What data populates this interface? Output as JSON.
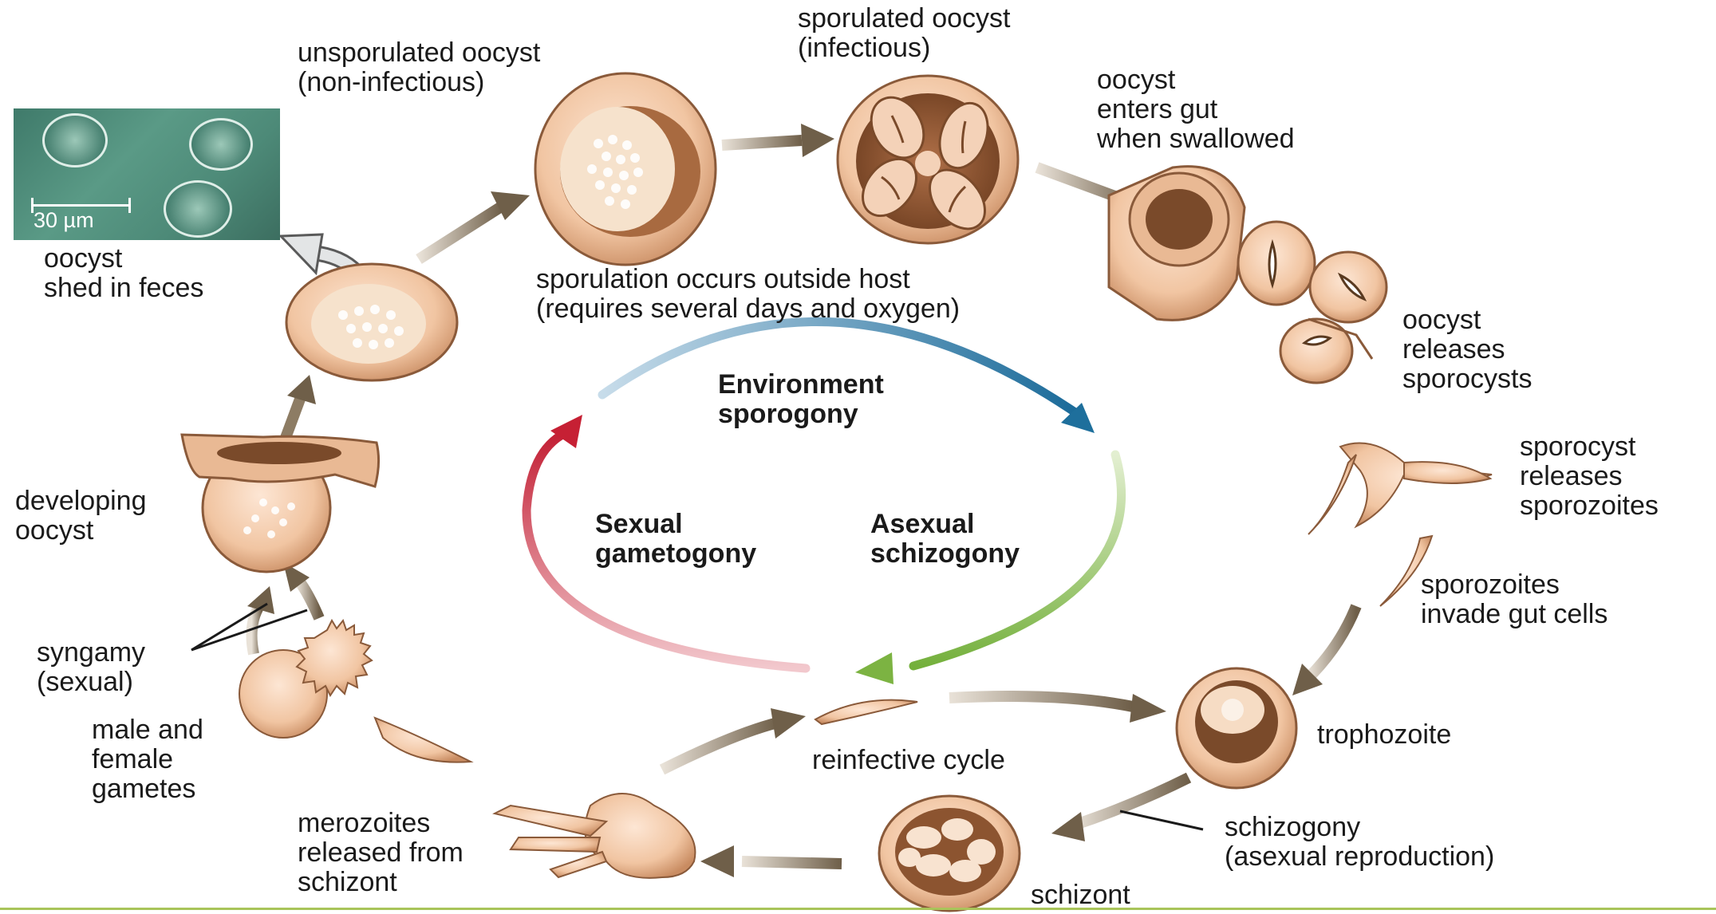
{
  "labels": {
    "sporulated": "sporulated oocyst\n(infectious)",
    "unsporulated": "unsporulated oocyst\n(non-infectious)",
    "enters_gut": "oocyst\nenters gut\nwhen swallowed",
    "shed": "oocyst\nshed in feces",
    "sporulation": "sporulation occurs outside host\n(requires several days and oxygen)",
    "releases_sporocysts": "oocyst\nreleases\nsporocysts",
    "environment": "Environment\nsporogony",
    "sporocyst_releases": "sporocyst\nreleases\nsporozoites",
    "developing": "developing\noocyst",
    "sexual": "Sexual\ngametogony",
    "asexual": "Asexual\nschizogony",
    "sporozoites_invade": "sporozoites\ninvade gut cells",
    "syngamy": "syngamy\n(sexual)",
    "male_female": "male and\nfemale\ngametes",
    "reinfective": "reinfective cycle",
    "trophozoite": "trophozoite",
    "merozoites": "merozoites\nreleased from\nschizont",
    "schizogony": "schizogony\n(asexual reproduction)",
    "schizont": "schizont"
  },
  "micrograph": {
    "scale_label": "30 µm"
  },
  "colors": {
    "environment_arc": "#1e6f9c",
    "asexual_arc": "#7cb342",
    "sexual_arc": "#c62034",
    "cycle_arrow": "#7a6a55",
    "cell_fill": "#f3c9a8",
    "cell_edge": "#8a5a3a",
    "footer_line": "#a8c45a"
  }
}
